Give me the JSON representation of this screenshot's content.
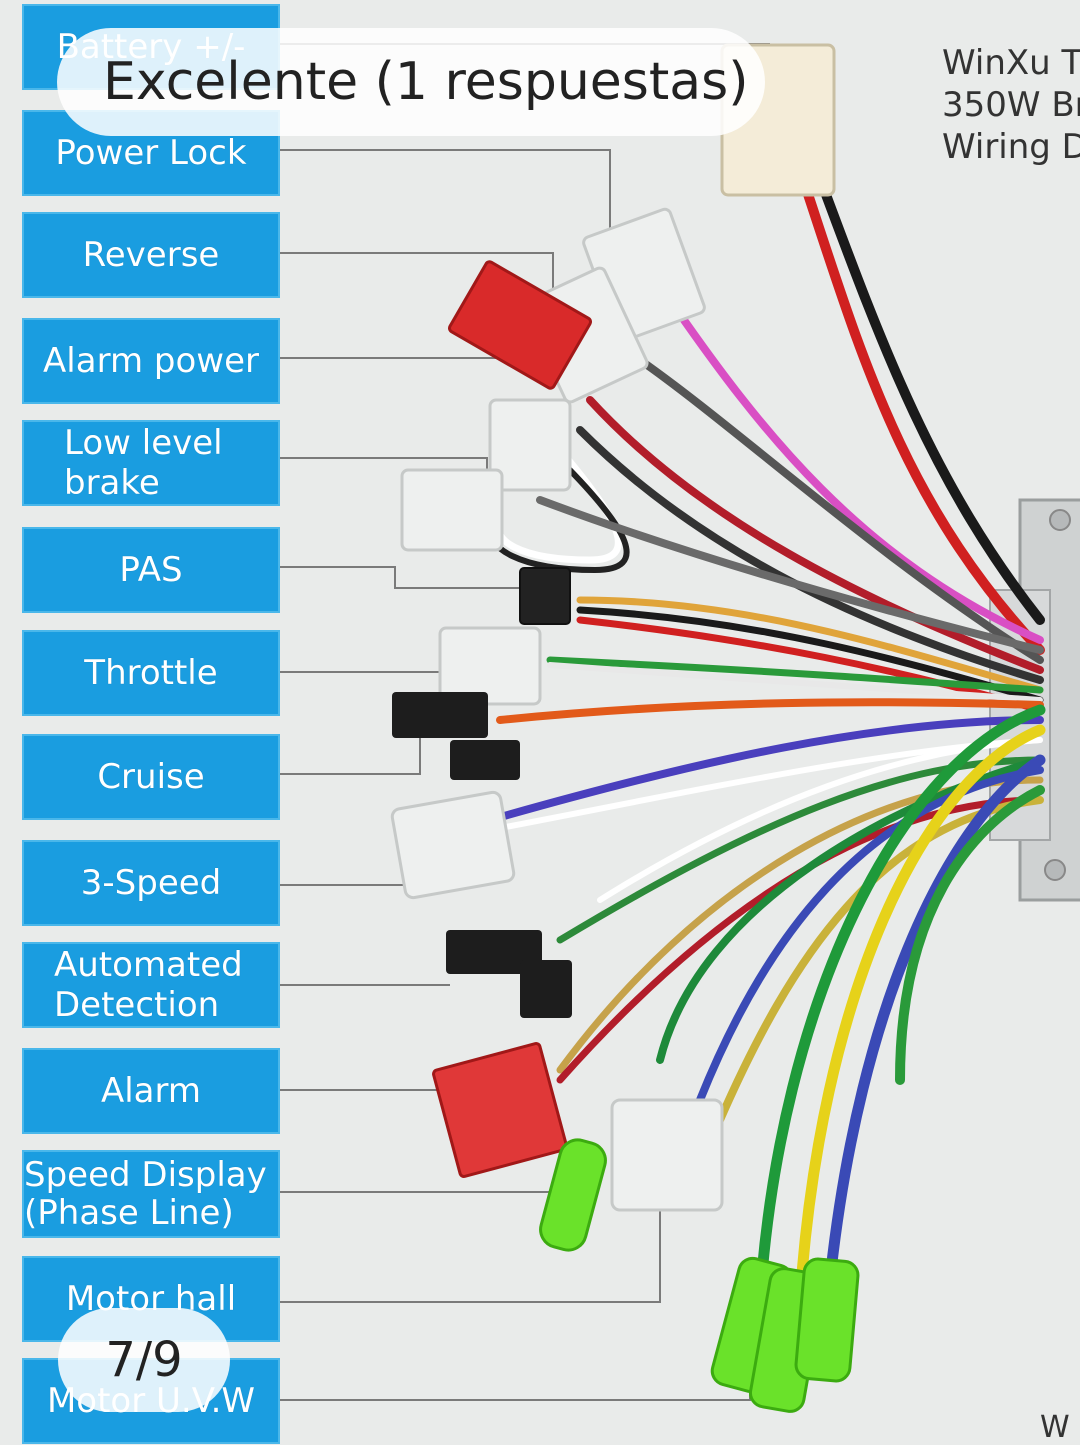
{
  "labels": [
    {
      "text": "Battery +/-"
    },
    {
      "text": "Power Lock"
    },
    {
      "text": "Reverse"
    },
    {
      "text": "Alarm power"
    },
    {
      "line1": "Low level",
      "line2": "brake"
    },
    {
      "text": "PAS"
    },
    {
      "text": "Throttle"
    },
    {
      "text": "Cruise"
    },
    {
      "text": "3-Speed"
    },
    {
      "line1": "Automated",
      "line2": "Detection"
    },
    {
      "text": "Alarm"
    },
    {
      "line1": "Speed Display",
      "line2": "(Phase Line)"
    },
    {
      "text": "Motor hall"
    },
    {
      "text": "Motor U.V.W"
    }
  ],
  "title": {
    "line1": "WinXu T",
    "line2": "350W Br",
    "line3": "Wiring D"
  },
  "footer_partial": "W",
  "toast": "Excelente (1 respuestas)",
  "pager": "7/9",
  "colors": {
    "label_bg": "#1a9de0",
    "label_border": "#4ab7ea",
    "background": "#e9ebea"
  }
}
